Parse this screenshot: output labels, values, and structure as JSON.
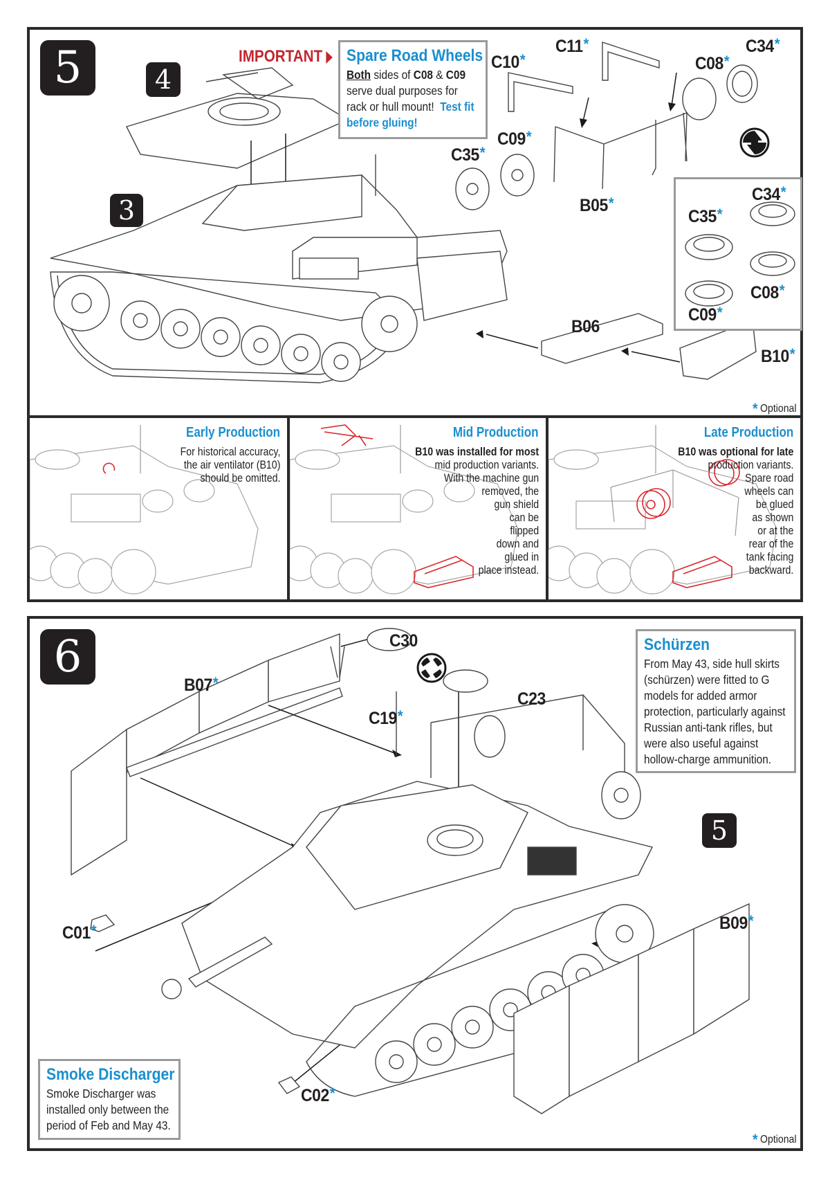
{
  "step5": {
    "number": "5",
    "sub_badges": [
      "4",
      "3"
    ],
    "important_label": "IMPORTANT",
    "spare_road_wheels": {
      "title": "Spare Road Wheels",
      "line1_underlined": "Both",
      "line1_rest_a": " sides of ",
      "line1_part_a": "C08",
      "line1_amp": " & ",
      "line1_part_b": "C09",
      "line2": "serve dual purposes for",
      "line3": "rack or hull mount!",
      "line3_highlight": "Test fit",
      "line4_highlight": "before gluing!"
    },
    "parts": [
      {
        "code": "C10",
        "optional": true
      },
      {
        "code": "C11",
        "optional": true
      },
      {
        "code": "C08",
        "optional": true
      },
      {
        "code": "C34",
        "optional": true
      },
      {
        "code": "C09",
        "optional": true
      },
      {
        "code": "C35",
        "optional": true
      },
      {
        "code": "B05",
        "optional": true
      },
      {
        "code": "B06",
        "optional": false
      },
      {
        "code": "B10",
        "optional": true
      }
    ],
    "inset_parts": [
      {
        "code": "C34",
        "optional": true
      },
      {
        "code": "C35",
        "optional": true
      },
      {
        "code": "C08",
        "optional": true
      },
      {
        "code": "C09",
        "optional": true
      }
    ],
    "optional_legend": "Optional",
    "variants": [
      {
        "title": "Early Production",
        "lines": [
          "For historical accuracy,",
          "the air ventilator (B10)",
          "should be omitted."
        ]
      },
      {
        "title": "Mid Production",
        "lines": [
          "B10 was installed for most",
          "mid production variants.",
          "With the machine gun",
          "removed, the",
          "gun shield",
          "can be",
          "flipped",
          "down and",
          "glued in",
          "place instead."
        ]
      },
      {
        "title": "Late Production",
        "lines": [
          "B10 was optional for late",
          "production variants.",
          "Spare road",
          "wheels can",
          "be glued",
          "as shown",
          "or at the",
          "rear of the",
          "tank facing",
          "backward."
        ]
      }
    ]
  },
  "step6": {
    "number": "6",
    "sub_badge": "5",
    "parts": [
      {
        "code": "B07",
        "optional": true
      },
      {
        "code": "C30",
        "optional": false
      },
      {
        "code": "C19",
        "optional": true
      },
      {
        "code": "C23",
        "optional": false
      },
      {
        "code": "C01",
        "optional": true
      },
      {
        "code": "B09",
        "optional": true
      },
      {
        "code": "C02",
        "optional": true
      }
    ],
    "schurzen": {
      "title": "Schürzen",
      "lines": [
        "From May 43, side hull skirts",
        "(schürzen) were fitted to G",
        "models for added armor",
        "protection, particularly against",
        "Russian anti-tank rifles, but",
        "were also useful against",
        "hollow-charge ammunition."
      ]
    },
    "smoke_discharger": {
      "title": "Smoke Discharger",
      "lines": [
        "Smoke Discharger was",
        "installed only between the",
        "period of Feb and May 43."
      ]
    },
    "optional_legend": "Optional"
  },
  "icons": {
    "flip_icon": "flip-vertical-icon",
    "rotate_icon": "rotate-icon",
    "optional_marker": "*"
  },
  "colors": {
    "accent_blue": "#1a8fcf",
    "important_red": "#c1272d",
    "badge_dark": "#231f20",
    "frame": "#2a2a2a",
    "highlight_red": "#d9262c"
  }
}
